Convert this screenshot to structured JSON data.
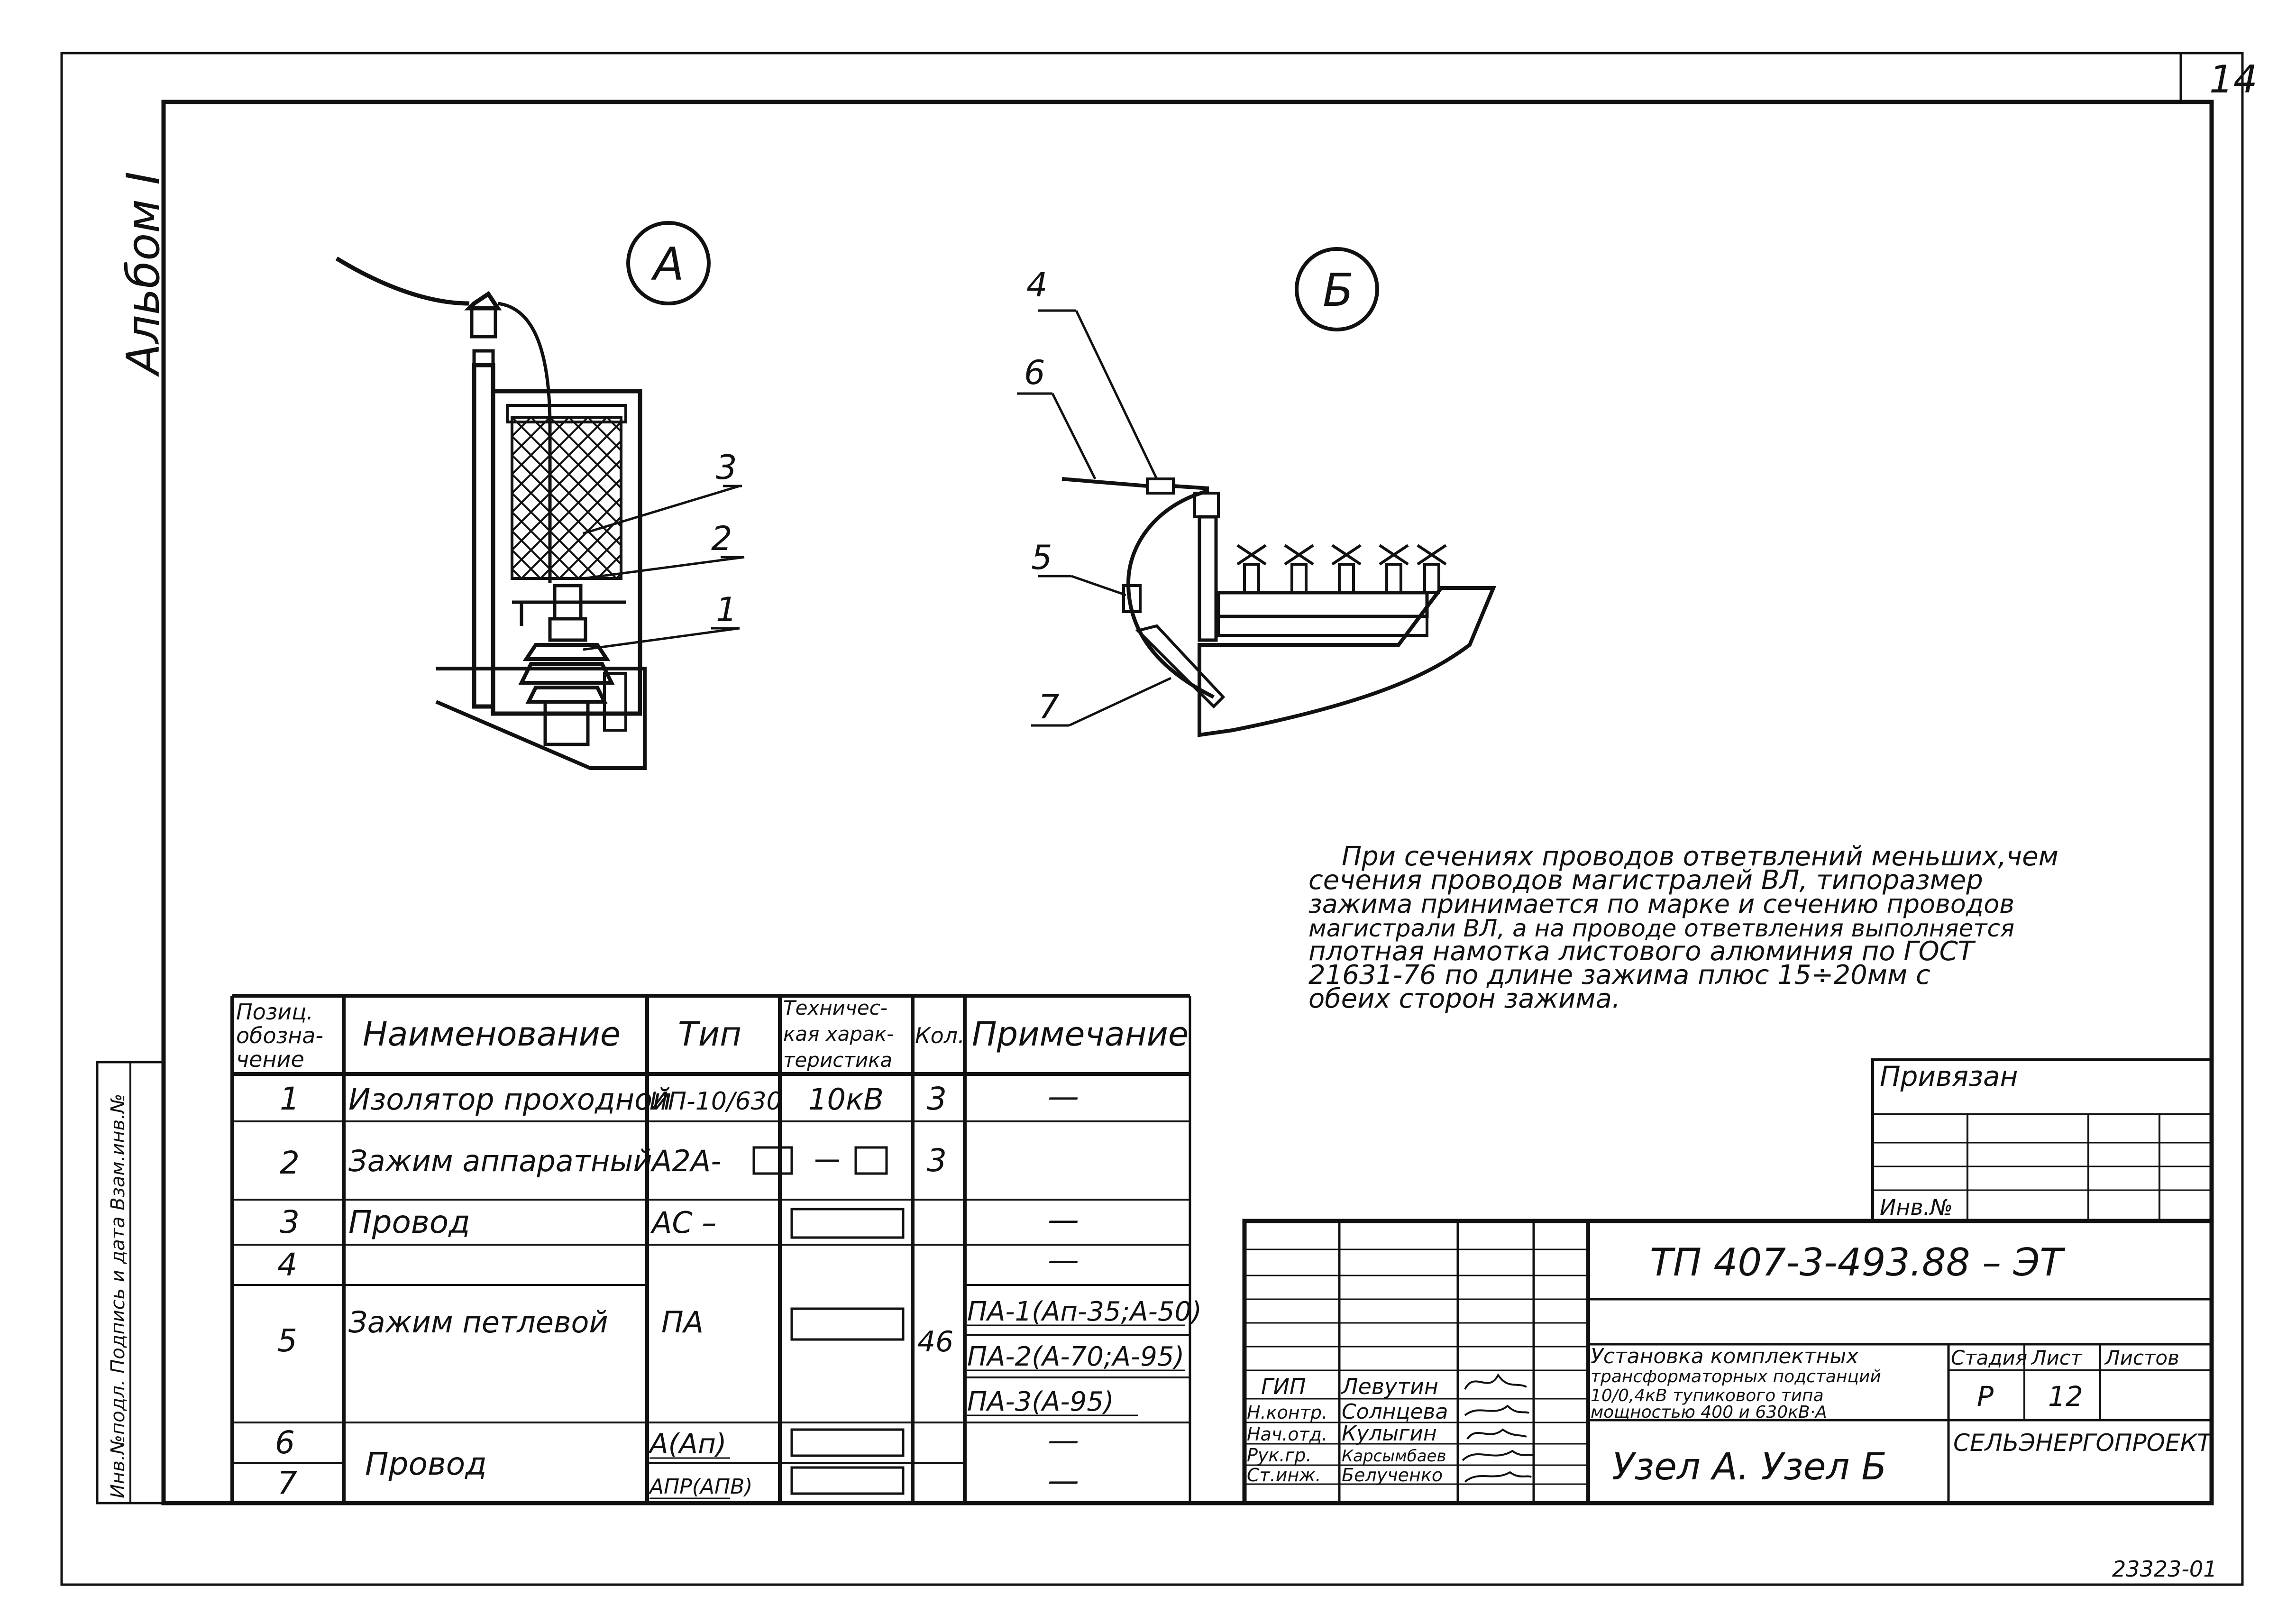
{
  "sheet": {
    "page_number": "14",
    "album": "Альбом I",
    "copy_number": "23323-01"
  },
  "side_stamp": {
    "label": "Инв.№подл. Подпись и дата Взам.инв.№"
  },
  "views": {
    "a": {
      "label": "А",
      "callouts": [
        "3",
        "2",
        "1"
      ]
    },
    "b": {
      "label": "Б",
      "callouts": [
        "4",
        "6",
        "5",
        "7"
      ]
    }
  },
  "note": {
    "lines": [
      "При сечениях проводов ответвлений меньших,чем",
      "сечения проводов магистралей ВЛ, типоразмер",
      "зажима принимается по марке и сечению проводов",
      "магистрали ВЛ, а на проводе ответвления выполняется",
      "плотная намотка листового алюминия по ГОСТ",
      "21631-76 по длине зажима плюс 15÷20мм с",
      "обеих сторон зажима."
    ]
  },
  "spec_table": {
    "headers": {
      "pos": [
        "Позиц.",
        "обозна-",
        "чение"
      ],
      "name": "Наименование",
      "type": "Тип",
      "tech": [
        "Техничес-",
        "кая харак-",
        "теристика"
      ],
      "qty": "Кол.",
      "note": "Примечание"
    },
    "rows": [
      {
        "pos": "1",
        "name": "Изолятор проходной",
        "type": "ИП-10/630",
        "tech": "10кВ",
        "qty": "3",
        "note": "—"
      },
      {
        "pos": "2",
        "name": "Зажим аппаратный",
        "type": "А2А-",
        "tech": "",
        "qty": "3",
        "note": ""
      },
      {
        "pos": "3",
        "name": "Провод",
        "type": "АС –",
        "tech": "",
        "qty": "",
        "note": "—"
      },
      {
        "pos": "4",
        "name": "",
        "type": "",
        "tech": "",
        "qty": "",
        "note": "—"
      },
      {
        "pos": "5",
        "name": "Зажим петлевой",
        "type": "ПА",
        "tech": "",
        "qty": "46",
        "note": ""
      },
      {
        "pos": "6",
        "name": "Провод",
        "type": "А(Ап)",
        "tech": "",
        "qty": "",
        "note": "—"
      },
      {
        "pos": "7",
        "name": "",
        "type": "АПР(АПВ)",
        "tech": "",
        "qty": "",
        "note": "—"
      }
    ],
    "row5_notes": [
      "ПА-1(Ап-35;А-50)",
      "ПА-2(А-70;А-95)",
      "ПА-3(А-95)"
    ]
  },
  "binding_block": {
    "title": "Привязан",
    "inv_label": "Инв.№"
  },
  "title_block": {
    "designation": "ТП 407-3-493.88 – ЭТ",
    "description": [
      "Установка комплектных",
      "трансформаторных подстанций",
      "10/0,4кВ тупикового типа",
      "мощностью 400 и 630кВ·А"
    ],
    "sheet_title": "Узел А. Узел Б",
    "stage_label": "Стадия",
    "sheet_label": "Лист",
    "sheets_label": "Листов",
    "stage": "Р",
    "sheet": "12",
    "sheets": "",
    "organization": "СЕЛЬЭНЕРГОПРОЕКТ",
    "staff": [
      {
        "role": "ГИП",
        "name": "Левутин"
      },
      {
        "role": "Н.контр.",
        "name": "Солнцева"
      },
      {
        "role": "Нач.отд.",
        "name": "Кулыгин"
      },
      {
        "role": "Рук.гр.",
        "name": "Карсымбаев"
      },
      {
        "role": "Ст.инж.",
        "name": "Белученко"
      }
    ]
  }
}
